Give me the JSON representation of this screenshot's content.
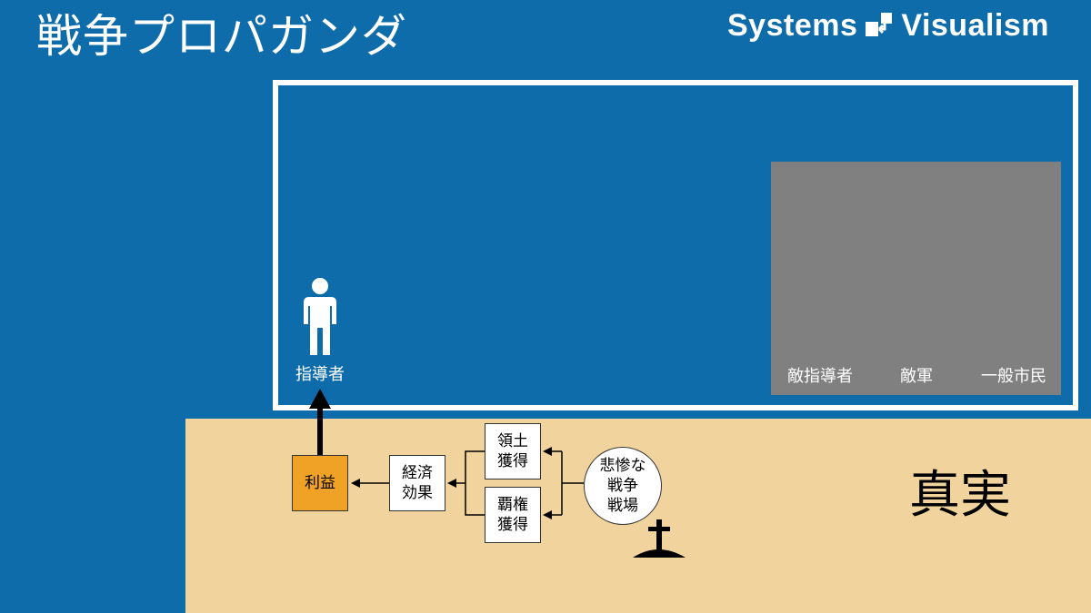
{
  "header": {
    "title": "戦争プロパガンダ",
    "brand_left": "Systems",
    "brand_right": "Visualism"
  },
  "frame": {
    "leader_label": "指導者",
    "enemy_labels": [
      "敵指導者",
      "敵軍",
      "一般市民"
    ]
  },
  "truth": {
    "label": "真実",
    "nodes": {
      "profit": [
        "利益"
      ],
      "economic_effect": [
        "経済",
        "効果"
      ],
      "territory": [
        "領土",
        "獲得"
      ],
      "hegemony": [
        "覇権",
        "獲得"
      ],
      "battlefield": [
        "悲惨な",
        "戦争",
        "戦場"
      ]
    }
  },
  "colors": {
    "background": "#0f6cab",
    "truth_area": "#f1d39e",
    "profit_box": "#f0a226",
    "enemy_box": "#808080"
  },
  "icons": [
    "person-icon",
    "brand-logo-icon",
    "grave-cross-icon",
    "arrow-icon"
  ]
}
